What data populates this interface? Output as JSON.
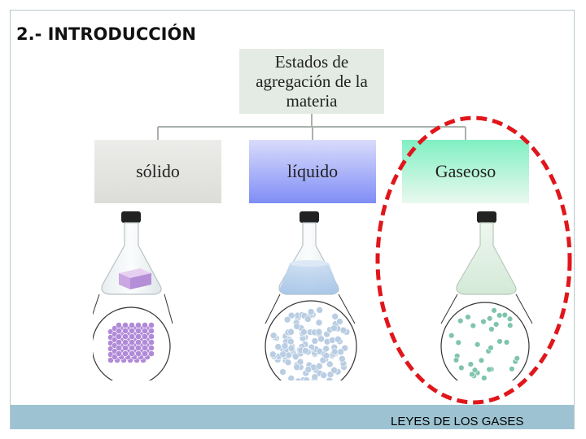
{
  "slide": {
    "title": "2.- INTRODUCCIÓN",
    "footer_label": "LEYES DE LOS GASES"
  },
  "diagram": {
    "root_label": "Estados de agregación de la materia",
    "states": [
      {
        "label": "sólido",
        "color": "#dcdcd8",
        "particle_color": "#b08ad8"
      },
      {
        "label": "líquido",
        "color": "#7f8ef6",
        "particle_color": "#b9cde3"
      },
      {
        "label": "Gaseoso",
        "color": "#80f0c2",
        "particle_color": "#7fc4ad"
      }
    ],
    "highlight_color": "#e0161b"
  }
}
